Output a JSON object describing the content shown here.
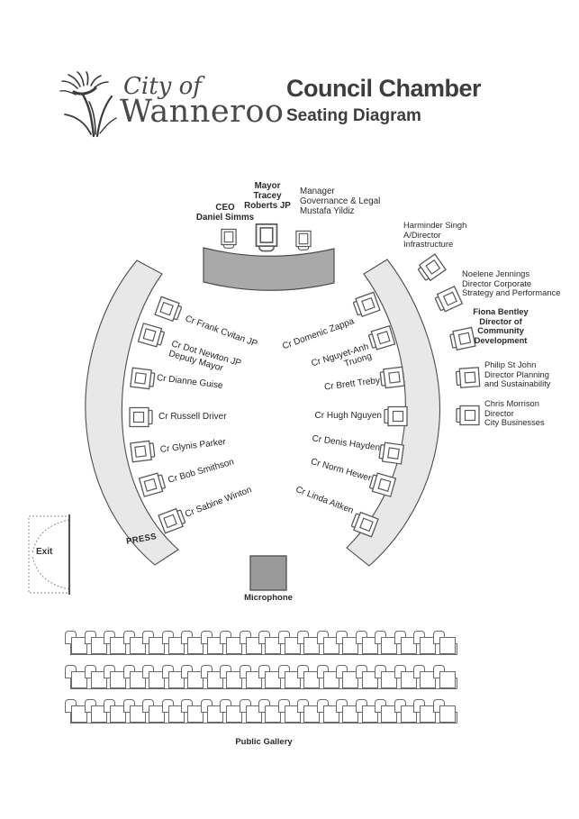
{
  "logo": {
    "icon": "kangaroo-paw-icon",
    "line1": "City of",
    "line2": "Wanneroo"
  },
  "header": {
    "title": "Council Chamber",
    "subtitle": "Seating Diagram"
  },
  "head_table": {
    "ceo": "CEO\nDaniel Simms",
    "mayor": "Mayor\nTracey\nRoberts JP",
    "manager": "Manager\nGovernance & Legal\nMustafa Yildiz"
  },
  "left_councillors": [
    {
      "name": "Cr Frank Cvitan JP"
    },
    {
      "name": "Cr Dot Newton JP\nDeputy Mayor"
    },
    {
      "name": "Cr Dianne Guise"
    },
    {
      "name": "Cr Russell Driver"
    },
    {
      "name": "Cr Glynis Parker"
    },
    {
      "name": "Cr Bob Smithson"
    },
    {
      "name": "Cr Sabine Winton"
    }
  ],
  "right_councillors": [
    {
      "name": "Cr Domenic Zappa"
    },
    {
      "name": "Cr Nguyet-Anh Truong"
    },
    {
      "name": "Cr Brett Treby"
    },
    {
      "name": "Cr Hugh Nguyen"
    },
    {
      "name": "Cr Denis Hayden"
    },
    {
      "name": "Cr Norm Hewer"
    },
    {
      "name": "Cr Linda Aitken"
    }
  ],
  "directors": [
    {
      "name": "Harminder Singh\nA/Director\nInfrastructure",
      "bold": false
    },
    {
      "name": "Noelene Jennings\nDirector Corporate\nStrategy and Performance",
      "bold": false
    },
    {
      "name": "Fiona Bentley\nDirector of\nCommunity\nDevelopment",
      "bold": true
    },
    {
      "name": "Philip St John\nDirector Planning\nand Sustainability",
      "bold": false
    },
    {
      "name": "Chris Morrison\nDirector\nCity Businesses",
      "bold": false
    }
  ],
  "labels": {
    "press": "PRESS",
    "exit": "Exit",
    "microphone": "Microphone",
    "public_gallery": "Public Gallery"
  },
  "public_gallery": {
    "rows": 3,
    "seats_per_row": 20,
    "row_tops": [
      700,
      738,
      776
    ]
  },
  "colors": {
    "arc_fill": "#e8e8e8",
    "bench_fill": "#a9a9a9",
    "mic_fill": "#9a9a9a",
    "outline": "#4d4d4d",
    "chair_stroke": "#5a5a5a",
    "text": "#2a2a2a"
  }
}
